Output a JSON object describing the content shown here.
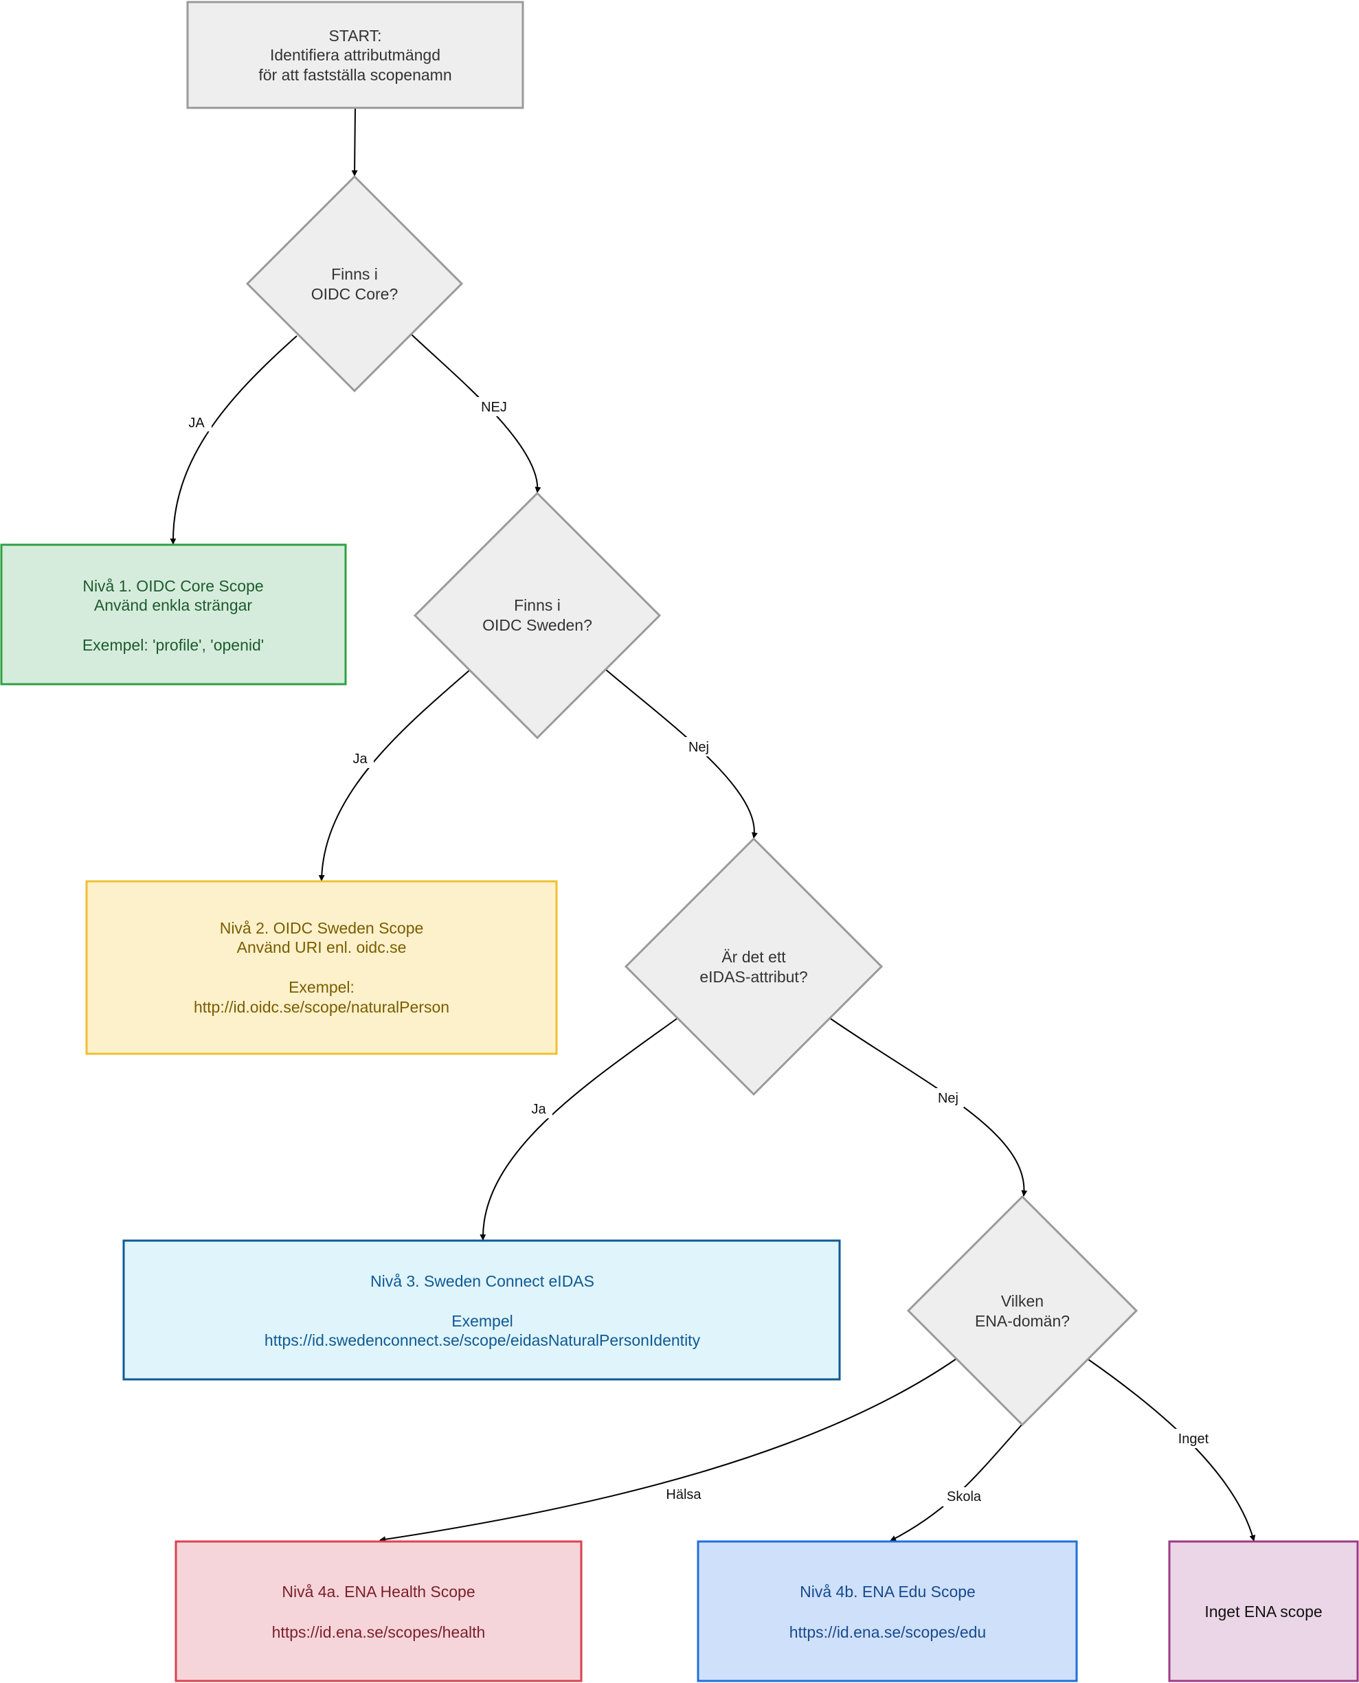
{
  "diagram": {
    "start": {
      "lines": [
        "START:",
        "Identifiera attributmängd",
        "för att fastställa scopenamn"
      ]
    },
    "decisions": {
      "oidc_core": {
        "lines": [
          "Finns i",
          "OIDC Core?"
        ]
      },
      "oidc_sweden": {
        "lines": [
          "Finns i",
          "OIDC Sweden?"
        ]
      },
      "eidas": {
        "lines": [
          "Är det ett",
          "eIDAS-attribut?"
        ]
      },
      "ena_domain": {
        "lines": [
          "Vilken",
          "ENA-domän?"
        ]
      }
    },
    "outcomes": {
      "level1": {
        "lines": [
          "Nivå 1. OIDC Core Scope",
          "Använd enkla strängar",
          "",
          "Exempel: 'profile', 'openid'"
        ]
      },
      "level2": {
        "lines": [
          "Nivå 2. OIDC Sweden Scope",
          "Använd URI enl. oidc.se",
          "",
          "Exempel:",
          "http://id.oidc.se/scope/naturalPerson"
        ]
      },
      "level3": {
        "lines": [
          "Nivå 3. Sweden Connect eIDAS",
          "",
          "Exempel",
          "https://id.swedenconnect.se/scope/eidasNaturalPersonIdentity"
        ]
      },
      "level4a": {
        "lines": [
          "Nivå 4a. ENA Health Scope",
          "",
          "https://id.ena.se/scopes/health"
        ]
      },
      "level4b": {
        "lines": [
          "Nivå 4b. ENA Edu Scope",
          "",
          "https://id.ena.se/scopes/edu"
        ]
      },
      "no_scope": {
        "lines": [
          "Inget ENA scope"
        ]
      }
    },
    "edge_labels": {
      "core_yes": "JA",
      "core_no": "NEJ",
      "sweden_yes": "Ja",
      "sweden_no": "Nej",
      "eidas_yes": "Ja",
      "eidas_no": "Nej",
      "domain_health": "Hälsa",
      "domain_edu": "Skola",
      "domain_none": "Inget"
    },
    "colors": {
      "neutral_fill": "#eeeeee",
      "neutral_stroke": "#9a9a9a",
      "neutral_text": "#333333",
      "level1_fill": "#d5ecdc",
      "level1_stroke": "#2ea043",
      "level1_text": "#1e5b2d",
      "level2_fill": "#fdf1cb",
      "level2_stroke": "#f0c030",
      "level2_text": "#7a5c00",
      "level3_fill": "#e0f4fb",
      "level3_stroke": "#0d5a96",
      "level3_text": "#0d5a96",
      "level4a_fill": "#f6d5da",
      "level4a_stroke": "#d9434f",
      "level4a_text": "#7a1f2b",
      "level4b_fill": "#cfe0fb",
      "level4b_stroke": "#1f6fdb",
      "level4b_text": "#174a8c",
      "no_scope_fill": "#ead6e6",
      "no_scope_stroke": "#9c3a86",
      "no_scope_text": "#111111",
      "edge": "#000000"
    }
  }
}
